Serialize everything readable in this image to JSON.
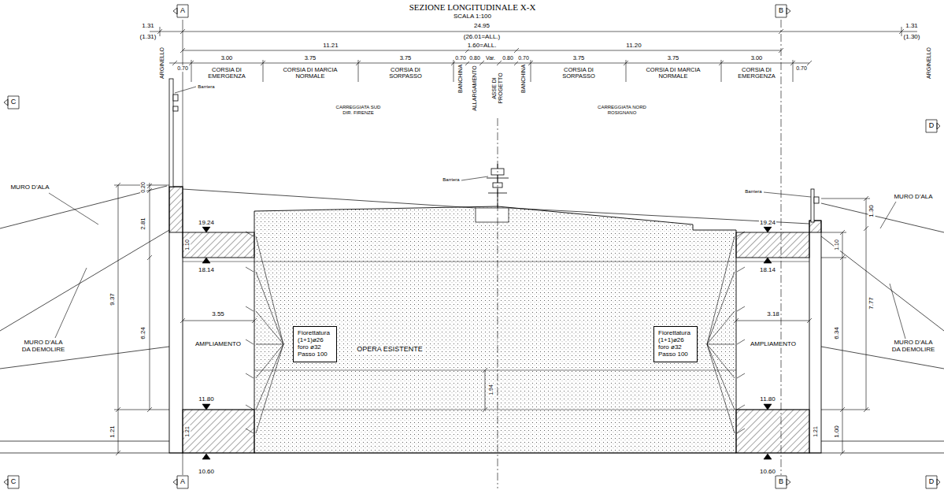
{
  "diagram": {
    "title": "SEZIONE LONGITUDINALE X-X",
    "nodes": [
      {
        "text": [
          "OPERA ESISTENTE"
        ]
      },
      {
        "text": [
          "Fiorettatura (1+1)ø26 foro ø32 Passo 100"
        ],
        "in": 0
      },
      {
        "text": [
          "Fiorettatura (1+1)ø26 foro ø32 Passo 100"
        ],
        "in": 0
      }
    ],
    "labels": [
      "SCALA 1:100",
      "A",
      "B",
      "C",
      "D",
      "1.31",
      "(1.31)",
      "24.95",
      "(26.01=ALL.)",
      "1.31",
      "(1.30)",
      "ARGINELLO",
      "ARGINELLO",
      "11.21",
      "1.60=ALL.",
      "11.20",
      "0.70",
      "3.00",
      "3.75",
      "3.75",
      "0.70",
      "0.80",
      "Var.",
      "0.80",
      "0.70",
      "3.75",
      "3.75",
      "3.00",
      "0.70",
      "CORSIA DI EMERGENZA",
      "CORSIA DI MARCIA NORMALE",
      "CORSIA DI SORPASSO",
      "BANCHINA",
      "ALLARGAMENTO",
      "ASSE DI PROGETTO",
      "BANCHINA",
      "CORSIA DI SORPASSO",
      "CORSIA DI MARCIA NORMALE",
      "CORSIA DI EMERGENZA",
      "Barriera",
      "CARREGGIATA SUD DIR. FIRENZE",
      "Barriera",
      "CARREGGIATA NORD ROSIGNANO",
      "Barriera",
      "MURO D'ALA",
      "MURO D'ALA",
      "0.20",
      "2.81",
      "19.24",
      "1.10",
      "18.14",
      "9.37",
      "3.55",
      "6.24",
      "AMPLIAMENTO",
      "MURO D'ALA DA DEMOLIRE",
      "11.80",
      "1.21",
      "1.21",
      "10.60",
      "1.94",
      "19.24",
      "1.30",
      "1.10",
      "18.14",
      "7.77",
      "3.18",
      "6.34",
      "AMPLIAMENTO",
      "MURO D'ALA DA DEMOLIRE",
      "11.80",
      "1.21",
      "1.00",
      "10.60",
      "C",
      "A",
      "B",
      "D"
    ]
  }
}
